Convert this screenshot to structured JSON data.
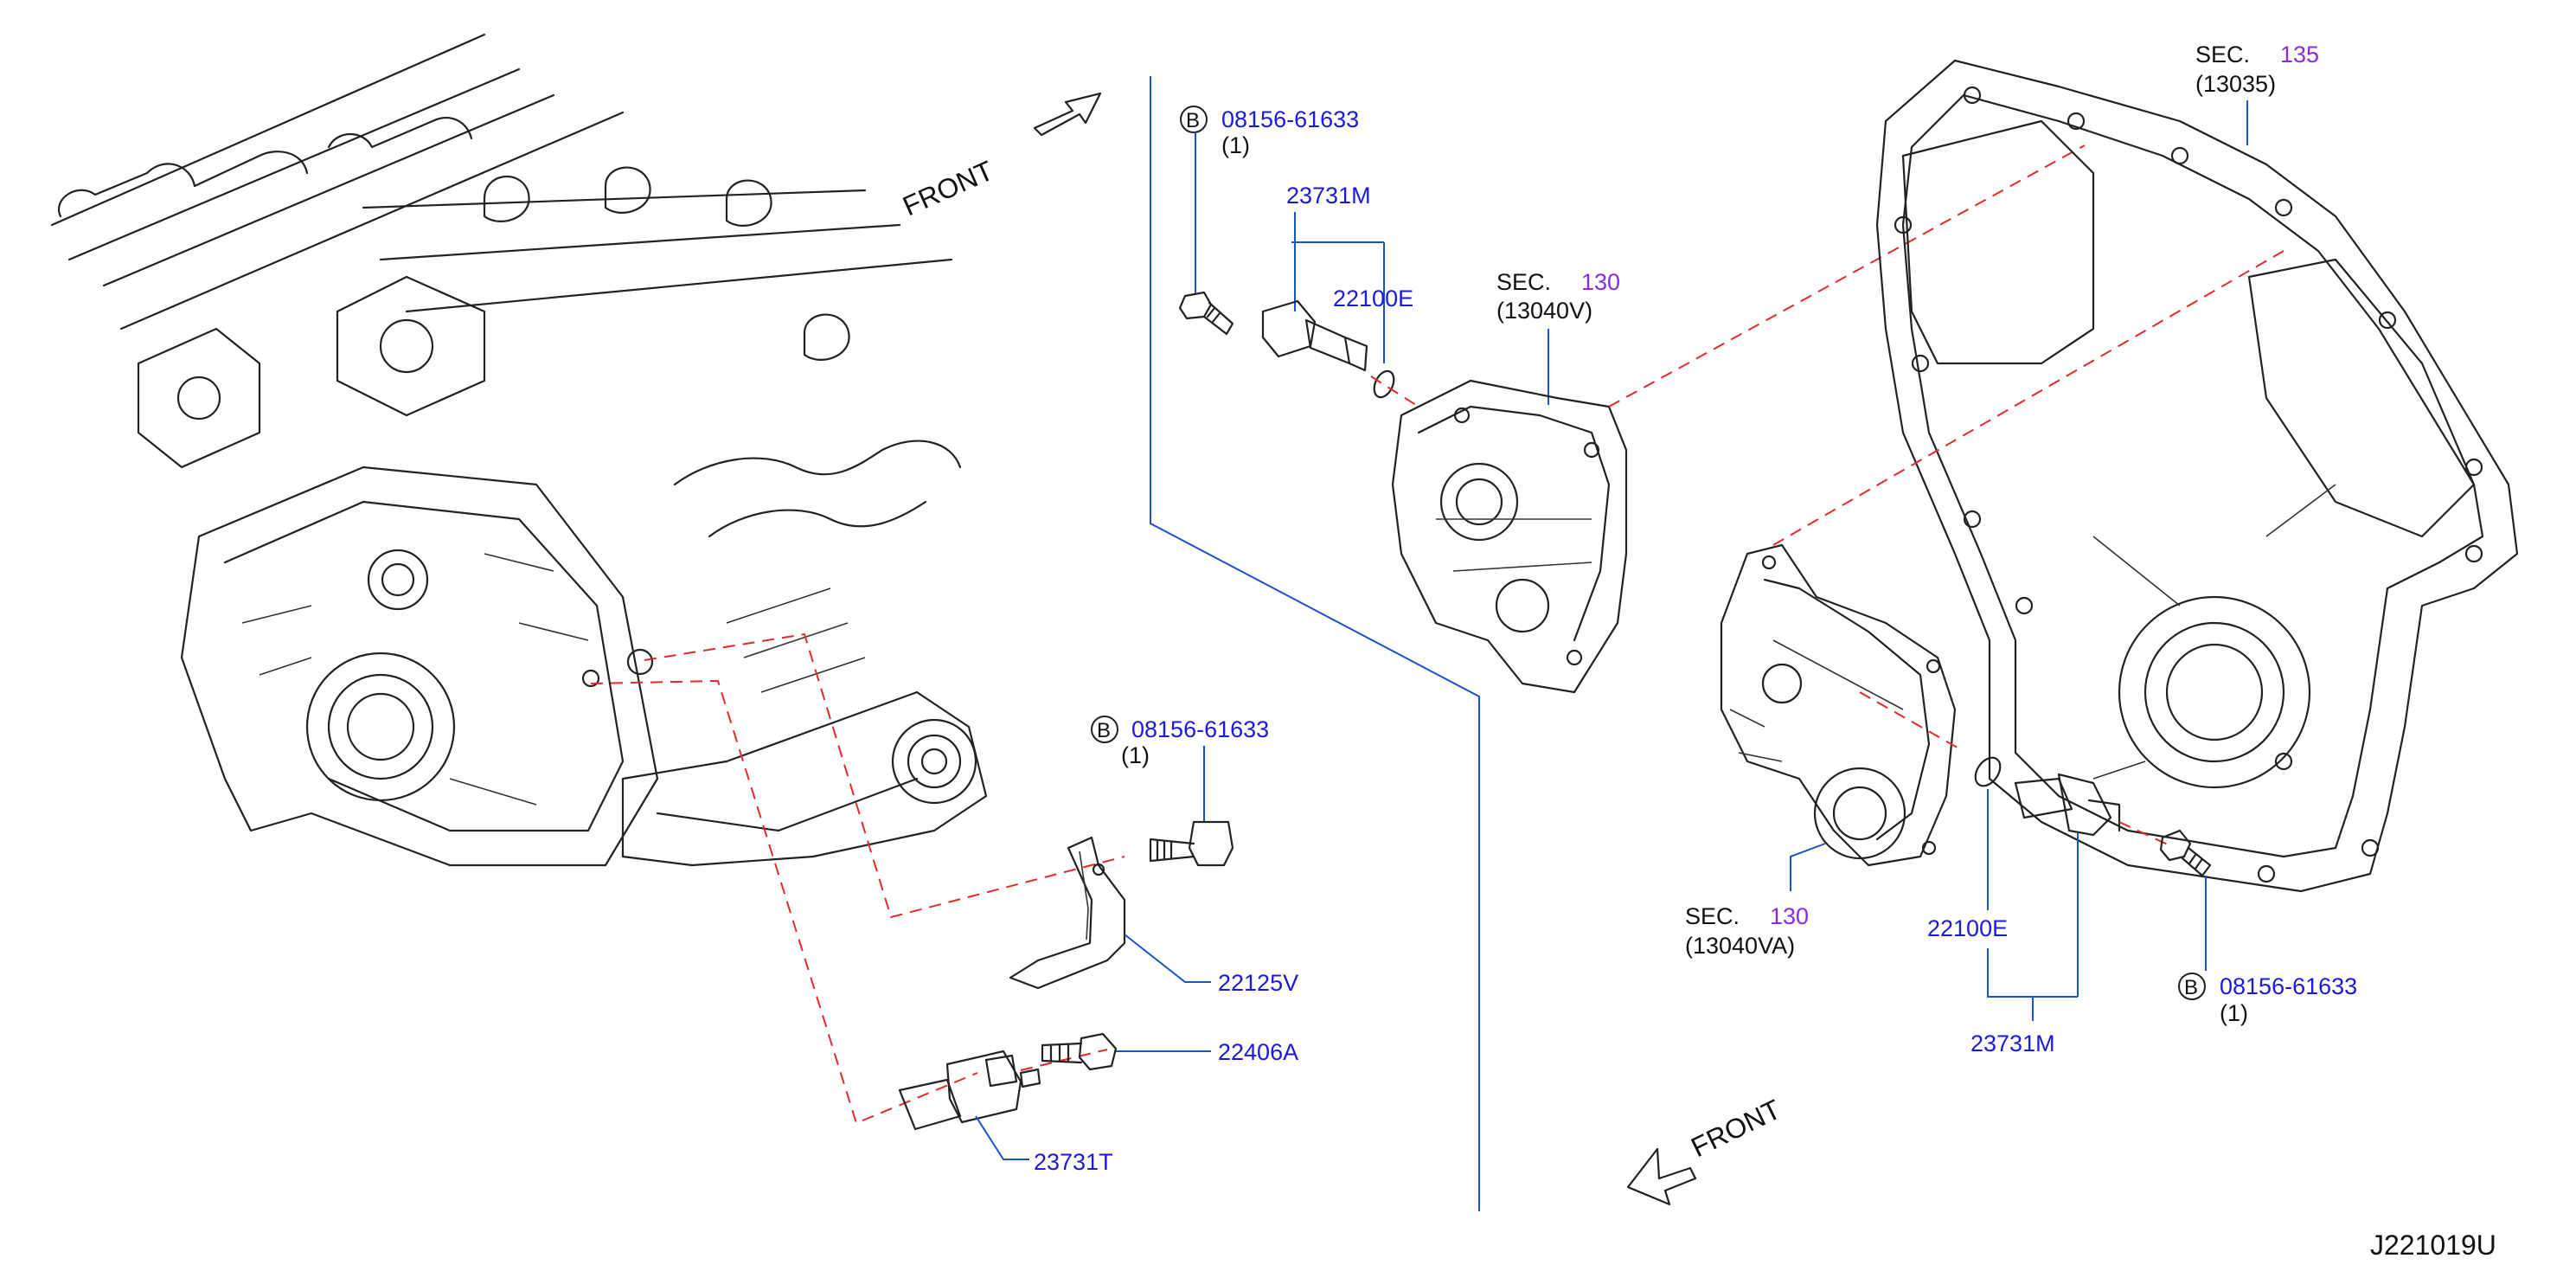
{
  "diagram_id": "J221019U",
  "front_label": "FRONT",
  "bolt_ref": {
    "circle_letter": "B",
    "part_no": "08156-61633",
    "qty": "(1)"
  },
  "sections": {
    "sec_label": "SEC.",
    "sec130": {
      "num": "130",
      "code_v": "(13040V)",
      "code_va": "(13040VA)"
    },
    "sec135": {
      "num": "135",
      "code": "(13035)"
    }
  },
  "parts": {
    "sensor_m": "23731M",
    "oring": "22100E",
    "bracket": "22125V",
    "bolt_a": "22406A",
    "sensor_t": "23731T"
  },
  "colors": {
    "part_number": "#1a1adc",
    "section_number": "#8a2be2",
    "leader": "#1a52c9",
    "dashed_guide": "#e22a2a"
  }
}
